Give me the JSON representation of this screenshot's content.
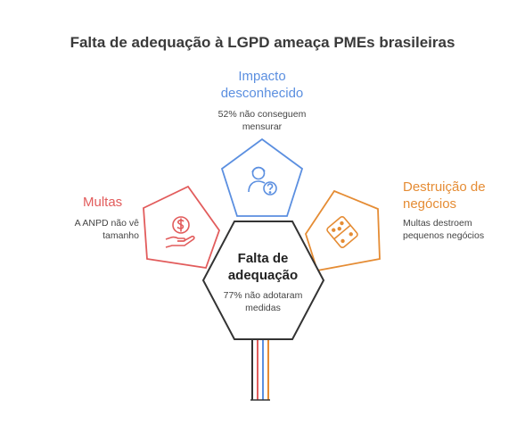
{
  "title": "Falta de adequação à LGPD ameaça PMEs brasileiras",
  "colors": {
    "blue": "#5b8fe0",
    "red": "#e25c5c",
    "orange": "#e58c34",
    "dark": "#333333"
  },
  "nodes": {
    "impacto": {
      "label_line1": "Impacto",
      "label_line2": "desconhecido",
      "desc_line1": "52% não conseguem",
      "desc_line2": "mensurar",
      "icon": "person-question-icon"
    },
    "multas": {
      "label": "Multas",
      "desc_line1": "A ANPD não vê",
      "desc_line2": "tamanho",
      "icon": "hand-dollar-icon"
    },
    "destruicao": {
      "label_line1": "Destruição de",
      "label_line2": "negócios",
      "desc_line1": "Multas destroem",
      "desc_line2": "pequenos negócios",
      "icon": "domino-icon"
    },
    "centro": {
      "label_line1": "Falta de",
      "label_line2": "adequação",
      "desc_line1": "77% não adotaram",
      "desc_line2": "medidas"
    }
  }
}
